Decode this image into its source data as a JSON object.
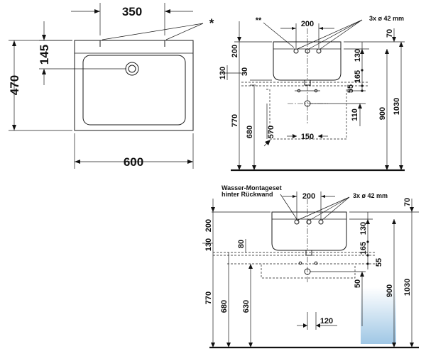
{
  "view_top": {
    "width": "600",
    "depth": "470",
    "bowl_depth": "145",
    "tap_spacing": "350",
    "asterisk": "*"
  },
  "view_side_a": {
    "double_asterisk": "**",
    "tap_spacing": "200",
    "holes_note": "3x ø 42 mm",
    "dims": {
      "d70": "70",
      "d200": "200",
      "d130": "130",
      "d30": "30",
      "d165": "165",
      "d130b": "130",
      "d55": "55",
      "d770": "770",
      "d680": "680",
      "d570": "570",
      "d150": "150",
      "d110": "110",
      "d900": "900",
      "d1030": "1030"
    }
  },
  "view_side_b": {
    "label_line1": "Wasser-Montageset",
    "label_line2": "hinter Rückwand",
    "tap_spacing": "200",
    "holes_note": "3x ø 42 mm",
    "dims": {
      "d70": "70",
      "d200": "200",
      "d130": "130",
      "d80": "80",
      "d165": "165",
      "d130b": "130",
      "d55": "55",
      "d770": "770",
      "d680": "680",
      "d630": "630",
      "d120": "120",
      "d50": "50",
      "d900": "900",
      "d1030": "1030"
    }
  },
  "accent_color": "#7fb4dc"
}
